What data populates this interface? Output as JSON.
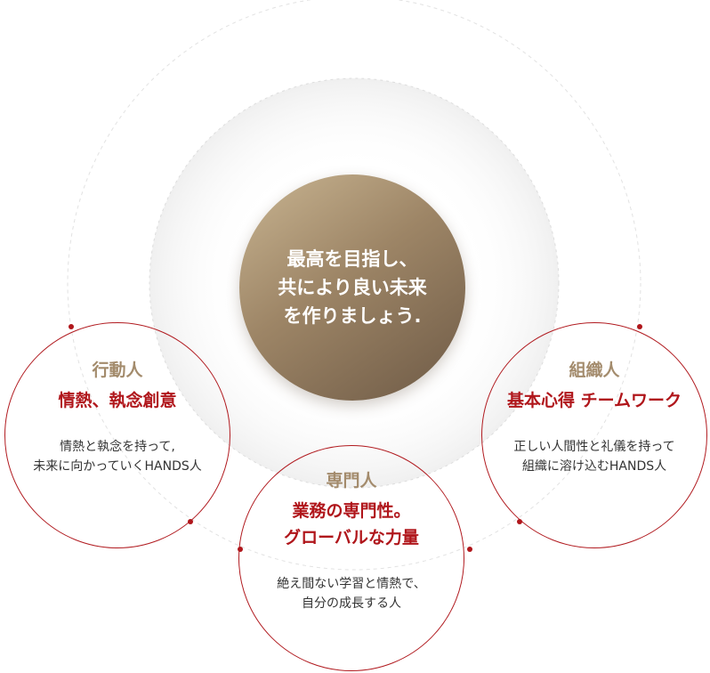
{
  "center": {
    "text": "最高を目指し、\n共により良い未来\nを作りましょう."
  },
  "values": [
    {
      "category": "行動人",
      "headline": "情熱、執念創意",
      "description": "情熱と執念を持って,\n未来に向かっていくHANDS人"
    },
    {
      "category": "組織人",
      "headline": "基本心得 チームワーク",
      "description": "正しい人間性と礼儀を持って\n組織に溶け込むHANDS人"
    },
    {
      "category": "専門人",
      "headline": "業務の専門性。\nグローバルな力量",
      "description": "絶え間ない学習と情熱で、\n自分の成長する人"
    }
  ],
  "colors": {
    "accent_red": "#b0161b",
    "gold": "#a38b6c",
    "ring_line": "#b11b20"
  }
}
